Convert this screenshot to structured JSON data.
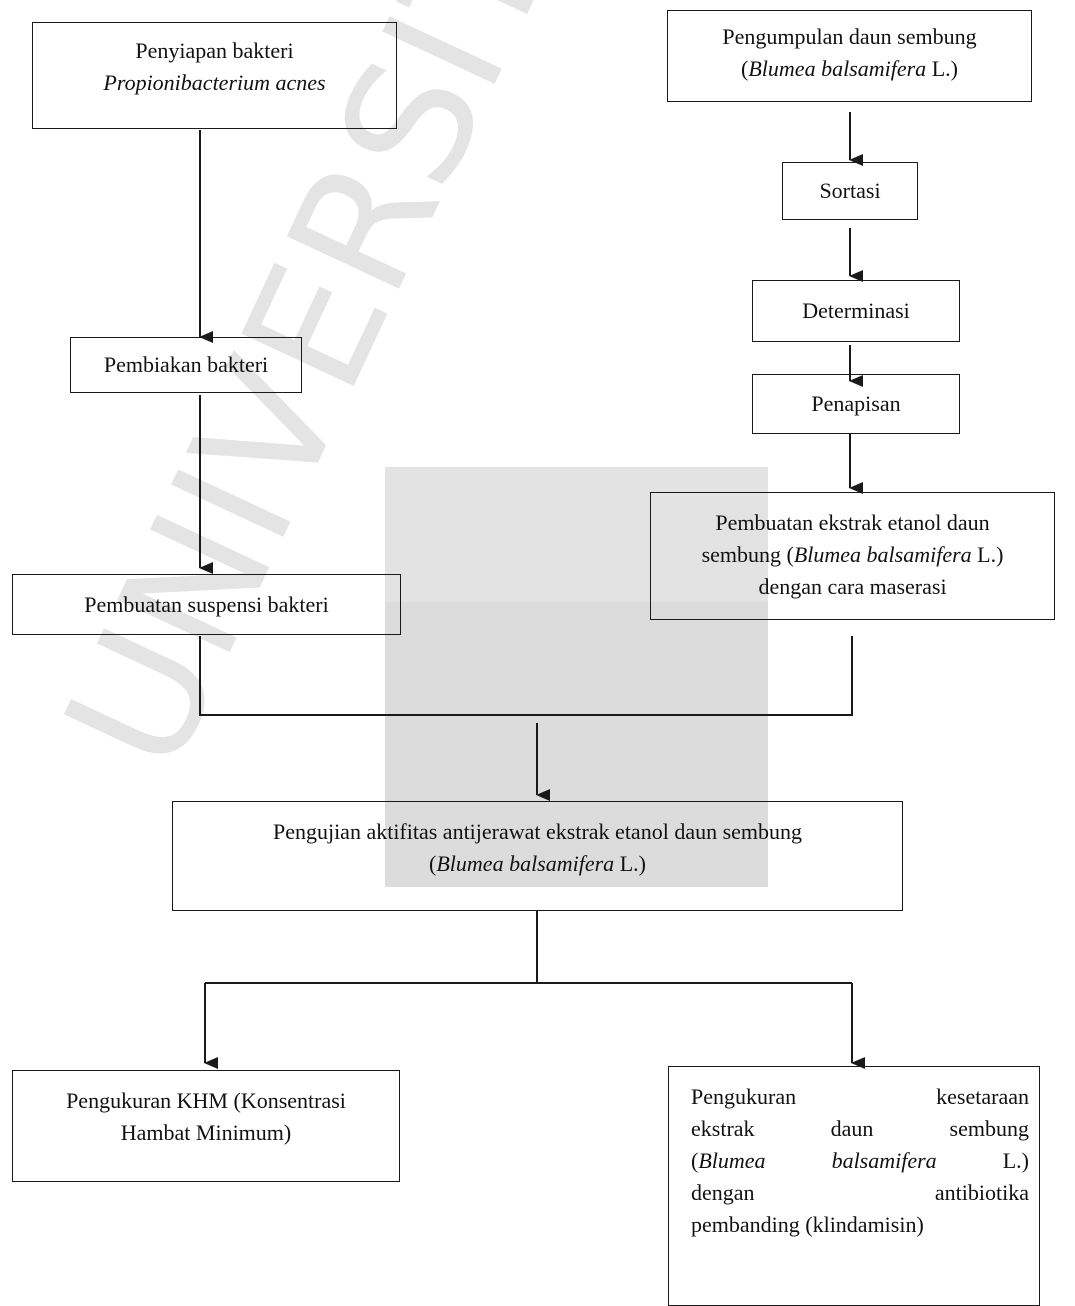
{
  "watermark": {
    "text": "UNIVERSITAS ISLAM BANDUNG"
  },
  "flowchart": {
    "bacteria_prep": {
      "line1": "Penyiapan bakteri",
      "line2": "Propionibacterium acnes"
    },
    "leaf_collection": {
      "line1": "Pengumpulan daun sembung",
      "line2_open": "(",
      "line2_species": "Blumea balsamifera",
      "line2_close": " L.)"
    },
    "sortation": {
      "label": "Sortasi"
    },
    "determination": {
      "label": "Determinasi"
    },
    "screening": {
      "label": "Penapisan"
    },
    "bacteria_culture": {
      "label": "Pembiakan bakteri"
    },
    "extract_making": {
      "line1": "Pembuatan ekstrak etanol daun",
      "line2_pre": "sembung  (",
      "line2_species": "Blumea balsamifera",
      "line2_post": " L.)",
      "line3": "dengan cara maserasi"
    },
    "suspension_making": {
      "label": "Pembuatan suspensi bakteri"
    },
    "activity_test": {
      "line1": "Pengujian aktifitas antijerawat ekstrak etanol  daun sembung",
      "line2_open": "(",
      "line2_species": "Blumea balsamifera",
      "line2_close": " L.)"
    },
    "khm_measure": {
      "line1": "Pengukuran KHM (Konsentrasi",
      "line2": "Hambat Minimum)"
    },
    "equivalence_measure": {
      "l1a": "Pengukuran",
      "l1b": "kesetaraan",
      "l2a": "ekstrak",
      "l2b": "daun",
      "l2c": "sembung",
      "l3a_open": "(",
      "l3a": "Blumea",
      "l3b": "balsamifera",
      "l3c": "L.)",
      "l4a": "dengan",
      "l4b": "antibiotika",
      "l5": "pembanding  (klindamisin)"
    }
  }
}
